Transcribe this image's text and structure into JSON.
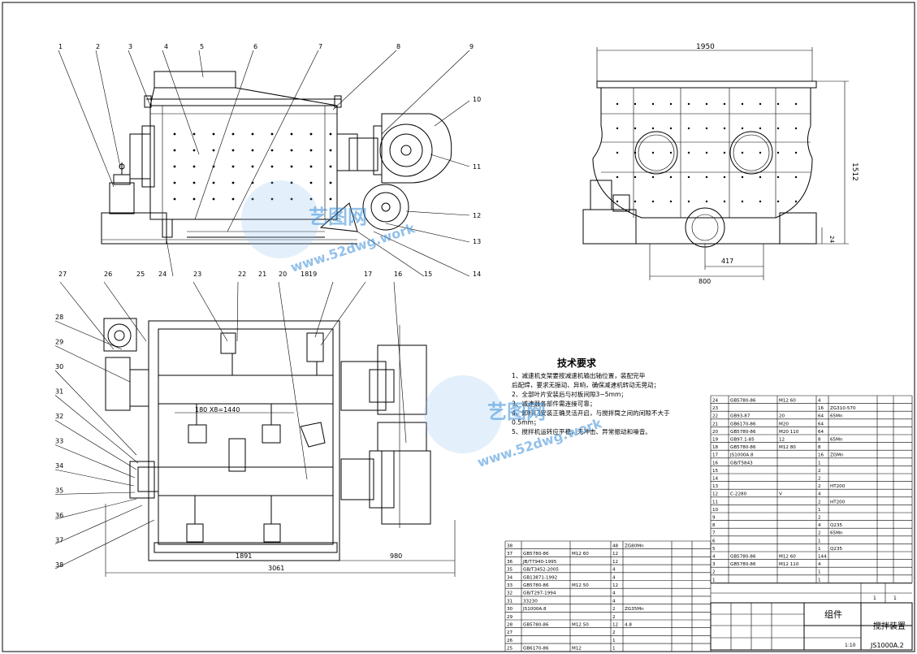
{
  "leaders_front": [
    "1",
    "2",
    "3",
    "4",
    "5",
    "6",
    "7",
    "8",
    "9",
    "10",
    "11",
    "12",
    "13",
    "14",
    "15",
    "16",
    "17",
    "18",
    "19",
    "20",
    "21",
    "22",
    "23",
    "24",
    "25",
    "26",
    "27"
  ],
  "leaders_left": [
    "28",
    "29",
    "30",
    "31",
    "32",
    "33",
    "34",
    "35",
    "36",
    "37",
    "38"
  ],
  "dims": {
    "side_width": "1950",
    "side_height": "1512",
    "side_small": "24",
    "side_417": "417",
    "side_800": "800",
    "pitch": "180 X8=1440",
    "plan_1891": "1891",
    "plan_980": "980",
    "plan_3061": "3061"
  },
  "notes": {
    "title": "技术要求",
    "lines": [
      "1、减速机支架要按减速机输出轴位置，装配完毕",
      "后配焊，要求无振动、异响，确保减速机转动无晃动；",
      "2、全部叶片安装后与衬板间隙3~5mm；",
      "3、减速器各部件需连接可靠；",
      "4、卸料门安装正确灵活开启，与搅拌筒之间的间隙不大于",
      "0.5mm；",
      "5、搅拌机运转应平稳，无冲击、异常振动和噪音。"
    ]
  },
  "watermark": {
    "brand": "艺图网",
    "url": "www.52dwg.work"
  },
  "bom_right": [
    {
      "no": "24",
      "code": "GB5780-86",
      "name": "M12 60",
      "qty": "4",
      "mat": "",
      "rem": ""
    },
    {
      "no": "23",
      "code": "",
      "name": "",
      "qty": "16",
      "mat": "ZG310-570",
      "rem": ""
    },
    {
      "no": "22",
      "code": "GB93-87",
      "name": "20",
      "qty": "64",
      "mat": "65Mn",
      "rem": ""
    },
    {
      "no": "21",
      "code": "GB6170-86",
      "name": "M20",
      "qty": "64",
      "mat": "",
      "rem": ""
    },
    {
      "no": "20",
      "code": "GB5780-86",
      "name": "M20 110",
      "qty": "64",
      "mat": "",
      "rem": ""
    },
    {
      "no": "19",
      "code": "GB97.1-85",
      "name": "12",
      "qty": "8",
      "mat": "65Mn",
      "rem": ""
    },
    {
      "no": "18",
      "code": "GB5780-86",
      "name": "M12 80",
      "qty": "8",
      "mat": "",
      "rem": ""
    },
    {
      "no": "17",
      "code": "JS1000A.8",
      "name": "",
      "qty": "16",
      "mat": "ZGMn",
      "rem": ""
    },
    {
      "no": "16",
      "code": "GB/T5843",
      "name": "",
      "qty": "1",
      "mat": "",
      "rem": ""
    },
    {
      "no": "15",
      "code": "",
      "name": "",
      "qty": "2",
      "mat": "",
      "rem": ""
    },
    {
      "no": "14",
      "code": "",
      "name": "",
      "qty": "2",
      "mat": "",
      "rem": ""
    },
    {
      "no": "13",
      "code": "",
      "name": "",
      "qty": "2",
      "mat": "HT200",
      "rem": ""
    },
    {
      "no": "12",
      "code": "C-2280",
      "name": "V",
      "qty": "4",
      "mat": "",
      "rem": ""
    },
    {
      "no": "11",
      "code": "",
      "name": "",
      "qty": "2",
      "mat": "HT200",
      "rem": ""
    },
    {
      "no": "10",
      "code": "",
      "name": "",
      "qty": "1",
      "mat": "",
      "rem": ""
    },
    {
      "no": "9",
      "code": "",
      "name": "",
      "qty": "2",
      "mat": "",
      "rem": ""
    },
    {
      "no": "8",
      "code": "",
      "name": "",
      "qty": "4",
      "mat": "Q235",
      "rem": ""
    },
    {
      "no": "7",
      "code": "",
      "name": "",
      "qty": "2",
      "mat": "65Mn",
      "rem": ""
    },
    {
      "no": "6",
      "code": "",
      "name": "",
      "qty": "1",
      "mat": "",
      "rem": ""
    },
    {
      "no": "5",
      "code": "",
      "name": "",
      "qty": "1",
      "mat": "Q235",
      "rem": ""
    },
    {
      "no": "4",
      "code": "GB5780-86",
      "name": "M12 60",
      "qty": "144",
      "mat": "",
      "rem": ""
    },
    {
      "no": "3",
      "code": "GB5780-86",
      "name": "M12 110",
      "qty": "4",
      "mat": "",
      "rem": ""
    },
    {
      "no": "2",
      "code": "",
      "name": "",
      "qty": "1",
      "mat": "",
      "rem": ""
    },
    {
      "no": "1",
      "code": "",
      "name": "",
      "qty": "1",
      "mat": "",
      "rem": ""
    }
  ],
  "bom_left": [
    {
      "no": "38",
      "code": "",
      "name": "",
      "qty": "48",
      "mat": "ZG80Mn",
      "rem": ""
    },
    {
      "no": "37",
      "code": "GB5780-86",
      "name": "M12 60",
      "qty": "12",
      "mat": "",
      "rem": ""
    },
    {
      "no": "36",
      "code": "JB/T7940-1995",
      "name": "",
      "qty": "12",
      "mat": "",
      "rem": ""
    },
    {
      "no": "35",
      "code": "GB/T3452-2005",
      "name": "",
      "qty": "4",
      "mat": "",
      "rem": ""
    },
    {
      "no": "34",
      "code": "GB13871-1992",
      "name": "",
      "qty": "4",
      "mat": "",
      "rem": ""
    },
    {
      "no": "33",
      "code": "GB5780-86",
      "name": "M12 50",
      "qty": "12",
      "mat": "",
      "rem": ""
    },
    {
      "no": "32",
      "code": "GB/T297-1994",
      "name": "",
      "qty": "4",
      "mat": "",
      "rem": ""
    },
    {
      "no": "31",
      "code": "33230",
      "name": "",
      "qty": "4",
      "mat": "",
      "rem": ""
    },
    {
      "no": "30",
      "code": "JS1000A.8",
      "name": "",
      "qty": "2",
      "mat": "ZG35Mn",
      "rem": ""
    },
    {
      "no": "29",
      "code": "",
      "name": "",
      "qty": "2",
      "mat": "",
      "rem": ""
    },
    {
      "no": "28",
      "code": "GB5780-86",
      "name": "M12 50",
      "qty": "12",
      "mat": "4.8",
      "rem": ""
    },
    {
      "no": "27",
      "code": "",
      "name": "",
      "qty": "2",
      "mat": "",
      "rem": ""
    },
    {
      "no": "26",
      "code": "",
      "name": "",
      "qty": "1",
      "mat": "",
      "rem": ""
    },
    {
      "no": "25",
      "code": "GB6170-86",
      "name": "M12",
      "qty": "1",
      "mat": "",
      "rem": ""
    }
  ],
  "title_block": {
    "group": "组件",
    "name": "搅拌装置",
    "drawing_no": "JS1000A.2",
    "scale": "1:10",
    "sheet": "1",
    "sheets": "1"
  }
}
